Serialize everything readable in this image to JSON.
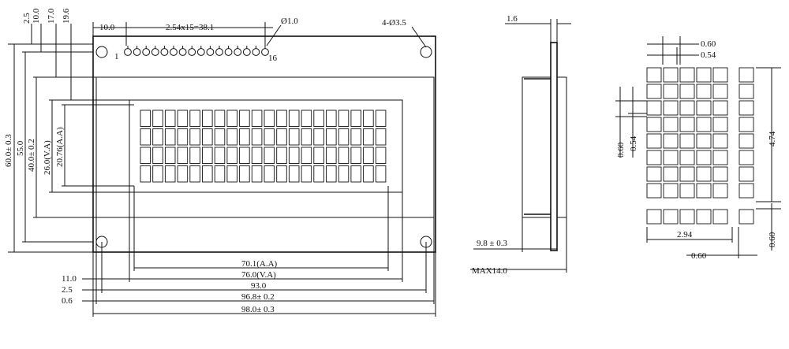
{
  "front": {
    "top_labels": {
      "dim_10": "10.0",
      "pin_pitch": "2.54x15=38.1",
      "pin_dia": "Ø1.0",
      "mount_holes": "4-Ø3.5",
      "pin_first": "1",
      "pin_last": "16"
    },
    "left_labels": [
      "2.5",
      "10.0",
      "17.0",
      "19.6"
    ],
    "vertical_dims": [
      "60.0± 0.3",
      "55.0",
      "40.0± 0.2",
      "26.0(V.A)",
      "20.76(A.A)"
    ],
    "bottom_dims": [
      "70.1(A.A)",
      "76.0(V.A)",
      "93.0",
      "96.8± 0.2",
      "98.0± 0.3"
    ],
    "bottom_left_labels": [
      "11.0",
      "2.5",
      "0.6"
    ],
    "char_rows": 4,
    "char_cols": 20
  },
  "side": {
    "thickness": "1.6",
    "height_dim": "9.8 ± 0.3",
    "max_dim": "MAX14.0"
  },
  "char_detail": {
    "dot_pitch": "0.60",
    "dot_width": "0.54",
    "left_pitch": "0.60",
    "left_width": "0.54",
    "char_height": "4.74",
    "char_width": "2.94",
    "bottom_pitch": "0.60",
    "right_gap": "0.60"
  }
}
